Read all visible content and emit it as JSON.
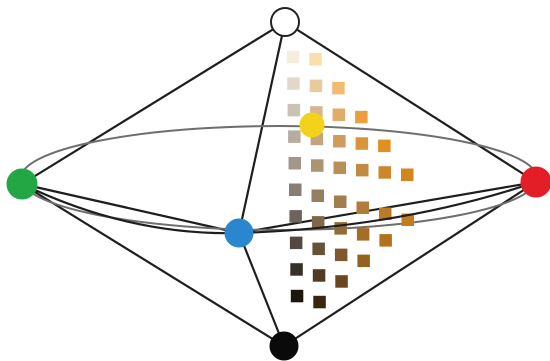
{
  "figure": {
    "background": "#ffffff",
    "line_color": "#1e1e1e",
    "equator_color": "#6e6e6e"
  },
  "poles": {
    "white": {
      "name": "white-pole-node",
      "fill": "#ffffff",
      "stroke": "#222222"
    },
    "black": {
      "name": "black-pole-node",
      "fill": "#0a0a0a",
      "stroke": "#0a0a0a"
    },
    "green": {
      "name": "green-hue-node",
      "fill": "#22a744",
      "stroke": "#22a744"
    },
    "red": {
      "name": "red-hue-node",
      "fill": "#e41e26",
      "stroke": "#e41e26"
    },
    "blue": {
      "name": "blue-hue-node",
      "fill": "#2a86cf",
      "stroke": "#2a86cf"
    },
    "yellow": {
      "name": "yellow-hue-node",
      "fill": "#f2d21a",
      "stroke": "#f2d21a"
    }
  },
  "swatch_grid": {
    "hue": "orange-yellow",
    "rows": 10,
    "highlighted": {
      "row": 2,
      "col": 4
    },
    "row_lengths": [
      2,
      3,
      4,
      5,
      6,
      6,
      5,
      4,
      3,
      2
    ]
  }
}
